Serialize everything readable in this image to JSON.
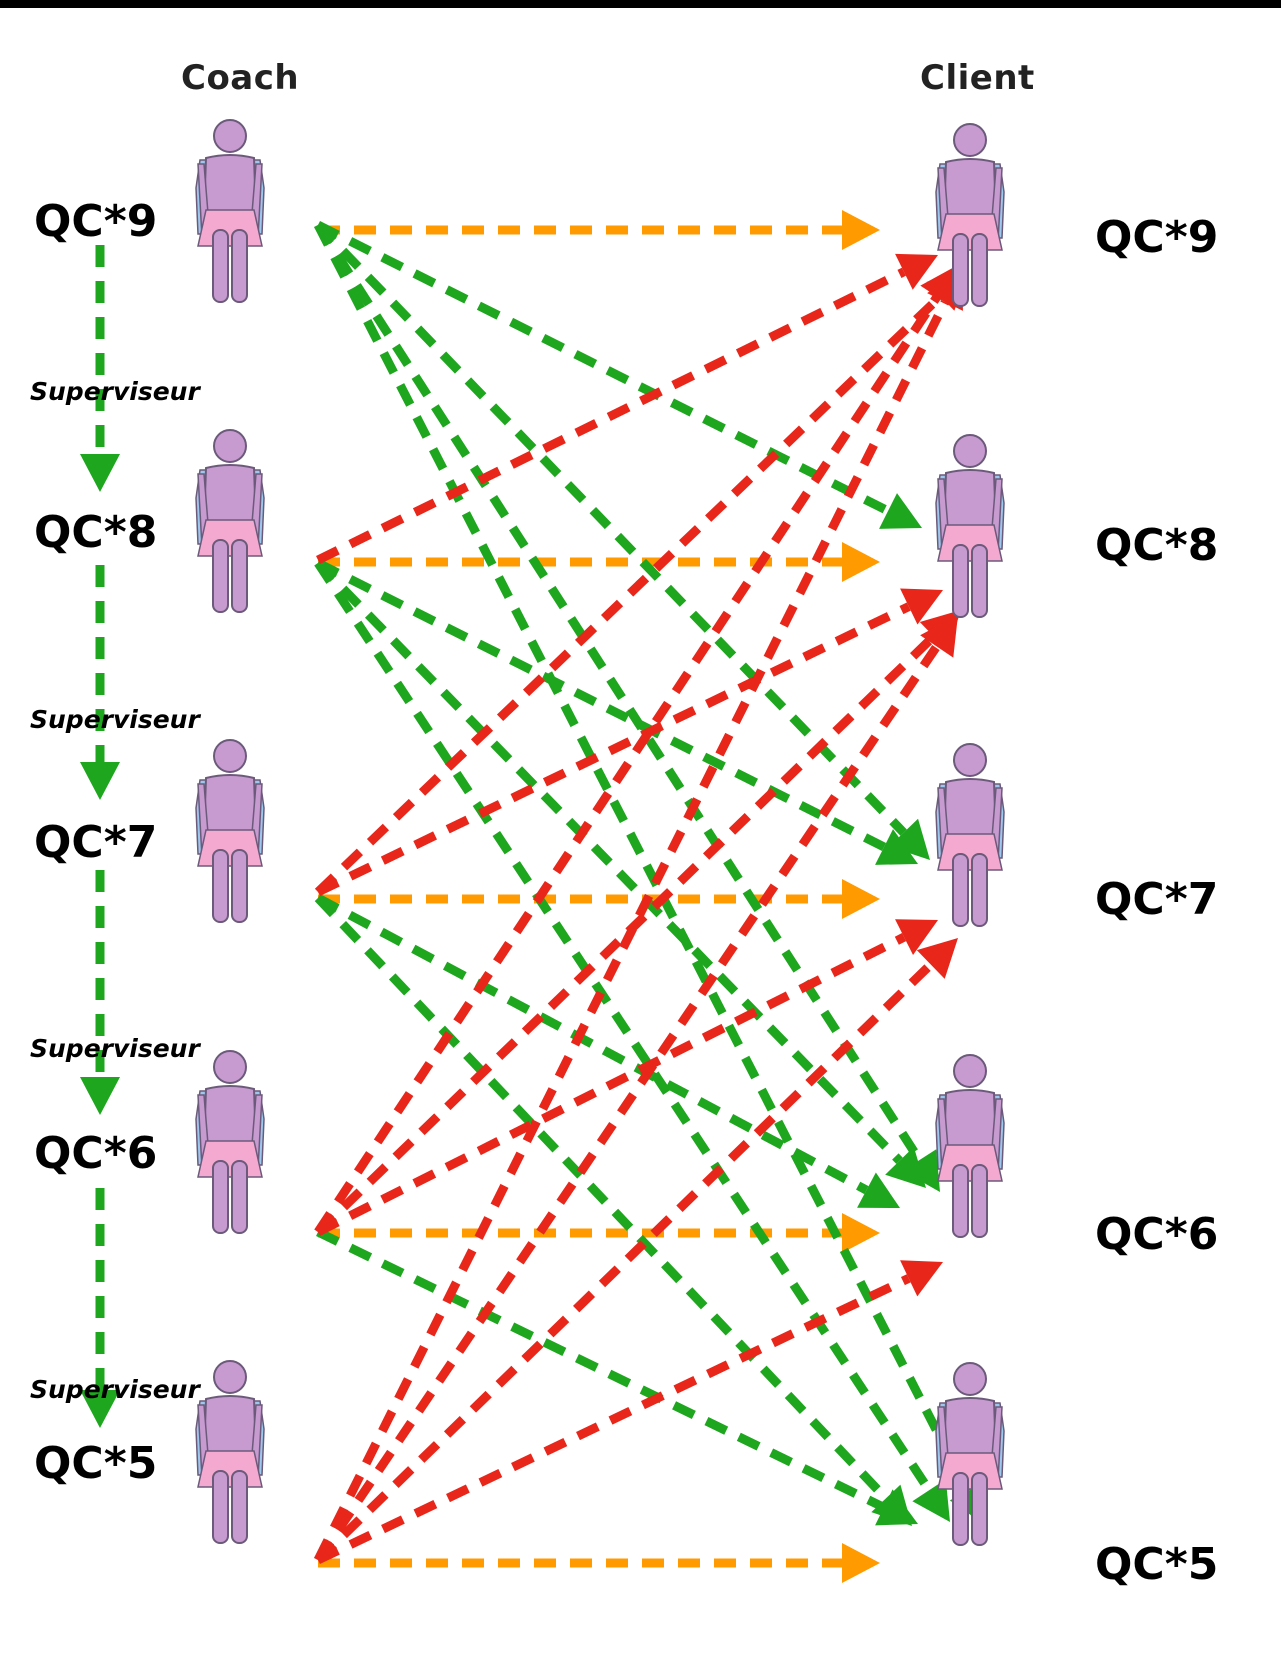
{
  "header": {
    "coach_title": "Coach",
    "client_title": "Client"
  },
  "coaches": [
    {
      "label": "QC*9"
    },
    {
      "label": "QC*8"
    },
    {
      "label": "QC*7"
    },
    {
      "label": "QC*6"
    },
    {
      "label": "QC*5"
    }
  ],
  "clients": [
    {
      "label": "QC*9"
    },
    {
      "label": "QC*8"
    },
    {
      "label": "QC*7"
    },
    {
      "label": "QC*6"
    },
    {
      "label": "QC*5"
    }
  ],
  "supervision": [
    {
      "label": "Superviseur"
    },
    {
      "label": "Superviseur"
    },
    {
      "label": "Superviseur"
    },
    {
      "label": "Superviseur"
    }
  ],
  "colors": {
    "same_level": "#ff9a00",
    "downward": "#1fa61f",
    "upward": "#e8261a",
    "supervision": "#1fa61f",
    "person_body": "#c79ad0",
    "person_dress": "#f4a9d0",
    "person_cape": "#9cc8ee"
  },
  "icons": {
    "person": "person-icon"
  }
}
